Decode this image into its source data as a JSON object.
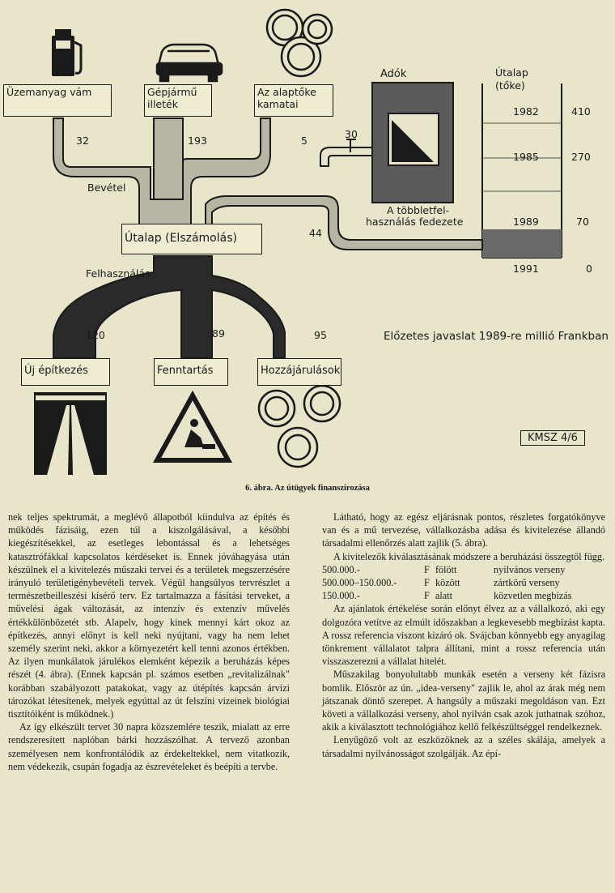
{
  "figure": {
    "boxes": {
      "fuel_duty": "Üzemanyag vám",
      "vehicle_tax": "Gépjármű illeték",
      "capital_interest": "Az alaptőke kamatai",
      "road_fund": "Útalap (Elszámolás)",
      "new_construction": "Új építkezés",
      "maintenance": "Fenntartás",
      "contributions": "Hozzájárulások"
    },
    "labels": {
      "taxes": "Adók",
      "fund_title_1": "Útalap",
      "fund_title_2": "(tőke)",
      "revenue": "Bevétel",
      "usage": "Felhasználás",
      "surplus_1": "A többletfel-",
      "surplus_2": "használás fedezete",
      "proposal": "Előzetes javaslat 1989-re millió Frankban",
      "kmsz": "KMSZ 4/6"
    },
    "values": {
      "fuel_duty": "32",
      "vehicle_tax": "193",
      "capital_interest": "5",
      "tap": "30",
      "transfer": "44",
      "new_construction": "120",
      "maintenance": "89",
      "contributions": "95"
    },
    "fund_years": [
      {
        "year": "1982",
        "value": "410"
      },
      {
        "year": "1985",
        "value": "270"
      },
      {
        "year": "1989",
        "value": "70"
      },
      {
        "year": "1991",
        "value": "0"
      }
    ],
    "caption": "6. ábra. Az útügyek finanszírozása"
  },
  "left_column": {
    "p1": "nek teljes spektrumát, a meglévő állapotból kiindulva az építés és működés fázisáig, ezen túl a kiszolgálásával, a későbbi kiegészítésekkel, az esetleges lebontással és a lehetséges katasztrófákkal kapcsolatos kérdéseket is. Ennek jóváhagyása után készülnek el a kivitelezés műszaki tervei és a területek megszerzésére irányuló területigénybevételi tervek. Végül hangsúlyos tervrészlet a természetbeilleszési kísérő terv. Ez tartalmazza a fásítási terveket, a művelési ágak változását, az intenzív és extenzív művelés értékkülönbözetét stb. Alapelv, hogy kinek mennyi kárt okoz az építkezés, annyi előnyt is kell neki nyújtani, vagy ha nem lehet személy szerint neki, akkor a környezetért kell tenni azonos értékben. Az ilyen munkálatok járulékos elemként képezik a beruházás képes részét (4. ábra). (Ennek kapcsán pl. számos esetben „revitalizálnak\" korábban szabályozott patakokat, vagy az útépítés kapcsán árvízi tározókat létesítenek, melyek egyúttal az út felszíni vizeinek biológiai tisztítóiként is működnek.)",
    "p2": "Az így elkészült tervet 30 napra közszemlére teszik, mialatt az erre rendszeresített naplóban bárki hozzászólhat. A tervező azonban személyesen nem konfrontálódik az érdekeltekkel, nem vitatkozik, nem védekezik, csupán fogadja az észrevételeket és beépíti a tervbe."
  },
  "right_column": {
    "p1": "Látható, hogy az egész eljárásnak pontos, részletes forgatókönyve van és a mű tervezése, vállalkozásba adása és kivitelezése állandó társadalmi ellenőrzés alatt zajlik (5. ábra).",
    "p2": "A kivitelezők kiválasztásának módszere a beruházási összegtől függ.",
    "table": [
      {
        "amount": "500.000.-",
        "unit": "F",
        "rel": "fölött",
        "method": "nyilvános verseny"
      },
      {
        "amount": "500.000–150.000.-",
        "unit": "F",
        "rel": "között",
        "method": "zártkörű verseny"
      },
      {
        "amount": "150.000.-",
        "unit": "F",
        "rel": "alatt",
        "method": "közvetlen megbízás"
      }
    ],
    "p3": "Az ajánlatok értékelése során előnyt élvez az a vállalkozó, aki egy dolgozóra vetítve az elmúlt időszakban a legkevesebb megbízást kapta. A rossz referencia viszont kizáró ok. Svájcban könnyebb egy anyagilag tönkrement vállalatot talpra állítani, mint a rossz referencia után visszaszerezni a vállalat hitelét.",
    "p4": "Műszakilag bonyolultabb munkák esetén a verseny két fázisra bomlik. Először az ún. „idea-verseny\" zajlik le, ahol az árak még nem játszanak döntő szerepet. A hangsúly a műszaki megoldáson van. Ezt követi a vállalkozási verseny, ahol nyilván csak azok juthatnak szóhoz, akik a kiválasztott technológiához kellő felkészültséggel rendelkeznek.",
    "p5": "Lenyűgöző volt az eszközöknek az a széles skálája, amelyek a társadalmi nyilvánosságot szolgálják. Az épí-"
  }
}
